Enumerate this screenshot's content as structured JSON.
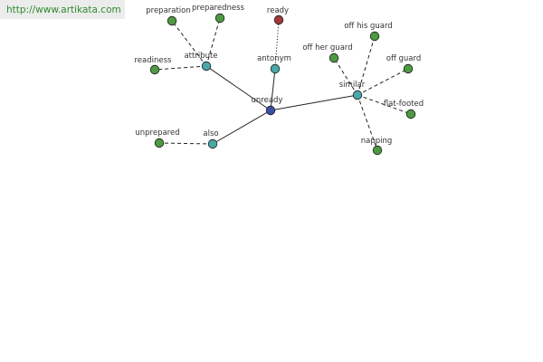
{
  "banner": {
    "url_text": "http://www.artikata.com"
  },
  "colors": {
    "center": "#3a4fa8",
    "relation": "#4aa8a8",
    "word": "#4e9a42",
    "antonym_word": "#9e3a3a",
    "edge": "#222222"
  },
  "graph": {
    "center": {
      "id": "unready",
      "label": "unready"
    },
    "relations": [
      {
        "id": "attribute",
        "label": "attribute",
        "style": "solid",
        "words": [
          {
            "id": "preparation",
            "label": "preparation"
          },
          {
            "id": "preparedness",
            "label": "preparedness"
          },
          {
            "id": "readiness",
            "label": "readiness"
          }
        ]
      },
      {
        "id": "antonym",
        "label": "antonym",
        "style": "solid",
        "words": [
          {
            "id": "ready",
            "label": "ready",
            "kind": "antonym",
            "edge": "dotted"
          }
        ]
      },
      {
        "id": "similar",
        "label": "similar",
        "style": "solid",
        "words": [
          {
            "id": "off-his-guard",
            "label": "off his guard"
          },
          {
            "id": "off-her-guard",
            "label": "off her guard"
          },
          {
            "id": "off-guard",
            "label": "off guard"
          },
          {
            "id": "flat-footed",
            "label": "flat-footed"
          },
          {
            "id": "napping",
            "label": "napping"
          }
        ]
      },
      {
        "id": "also",
        "label": "also",
        "style": "solid",
        "words": [
          {
            "id": "unprepared",
            "label": "unprepared"
          }
        ]
      }
    ]
  }
}
